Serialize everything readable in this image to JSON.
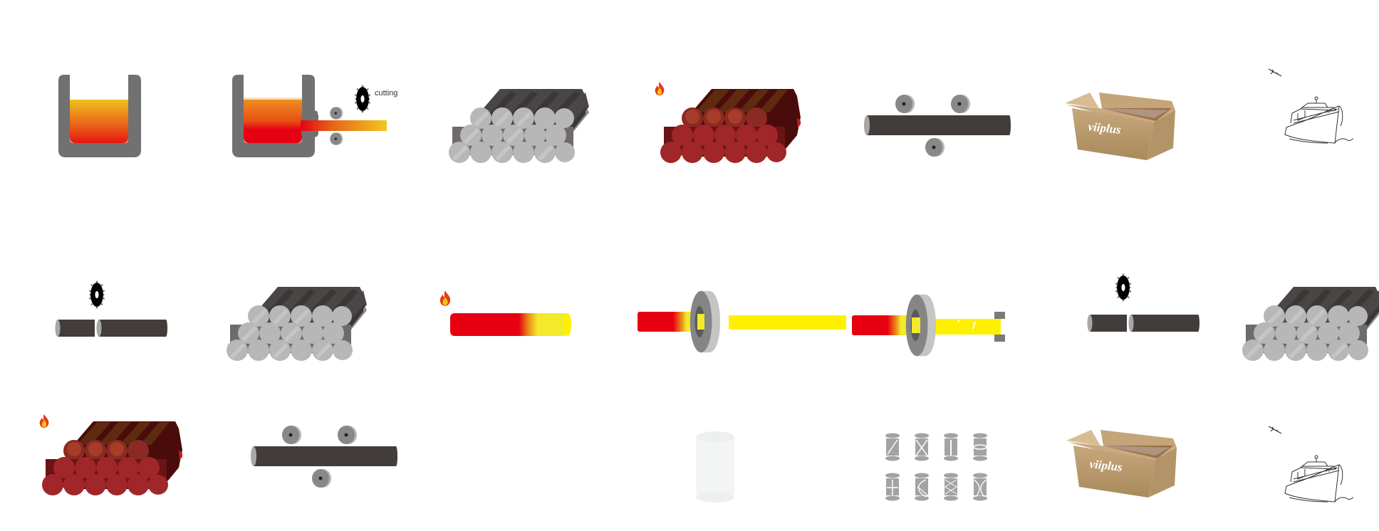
{
  "title": "Steel bar production process",
  "labels": {
    "cutting": "cutting",
    "brand": "viiplus"
  },
  "colors": {
    "ladle": "#717171",
    "molten_top": "#f0c020",
    "molten_bottom": "#e60012",
    "bar_dark": "#423d3b",
    "bar_light": "#b5b5b5",
    "roll": "#888888",
    "hot_red": "#e60012",
    "hot_yellow": "#f2ea2a",
    "bright_yellow": "#fff000",
    "heated_stack": "#9a2020",
    "box": "#b09060",
    "test_gray": "#a3a3a3"
  },
  "rows": [
    {
      "name": "row-1",
      "steps": [
        {
          "id": "melting",
          "type": "ladle"
        },
        {
          "id": "continuous-casting",
          "type": "caster",
          "label_key": "cutting"
        },
        {
          "id": "billet-stack",
          "type": "stack-gray"
        },
        {
          "id": "reheating",
          "type": "stack-hot",
          "icon": "fire"
        },
        {
          "id": "rolling",
          "type": "rolling"
        },
        {
          "id": "packing",
          "type": "box"
        },
        {
          "id": "shipping",
          "type": "ship"
        }
      ]
    },
    {
      "name": "row-2",
      "steps": [
        {
          "id": "sawing",
          "type": "saw-cut"
        },
        {
          "id": "bar-stack",
          "type": "stack-gray"
        },
        {
          "id": "induction-heating",
          "type": "hot-bar",
          "icon": "fire"
        },
        {
          "id": "die-forming",
          "type": "die"
        },
        {
          "id": "threading",
          "type": "die-nut"
        },
        {
          "id": "cut-to-length",
          "type": "saw-cut"
        },
        {
          "id": "finished-stack",
          "type": "stack-gray"
        }
      ]
    },
    {
      "name": "row-3",
      "steps": [
        {
          "id": "heat-treatment",
          "type": "stack-hot",
          "icon": "fire"
        },
        {
          "id": "straightening",
          "type": "rolling"
        },
        {
          "id": "empty",
          "type": "blank"
        },
        {
          "id": "ultrasonic-blank",
          "type": "cylinder-ghost"
        },
        {
          "id": "defect-samples",
          "type": "test-grid",
          "count": 8
        },
        {
          "id": "packing-2",
          "type": "box"
        },
        {
          "id": "shipping-2",
          "type": "ship"
        }
      ]
    }
  ]
}
